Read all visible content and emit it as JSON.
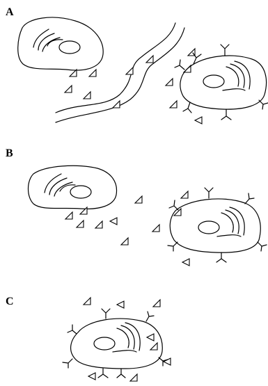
{
  "panels": [
    {
      "label": "A",
      "mode": "endocrine"
    },
    {
      "label": "B",
      "mode": "paracrine"
    },
    {
      "label": "C",
      "mode": "autocrine"
    }
  ],
  "icons": {
    "cell": "cell-outline",
    "nucleus": "nucleus-oval",
    "golgi": "golgi-stack",
    "receptor": "y-receptor",
    "signal": "triangle-ligand",
    "vessel": "blood-vessel"
  },
  "colors": {
    "stroke": "#000000",
    "background": "#ffffff"
  }
}
